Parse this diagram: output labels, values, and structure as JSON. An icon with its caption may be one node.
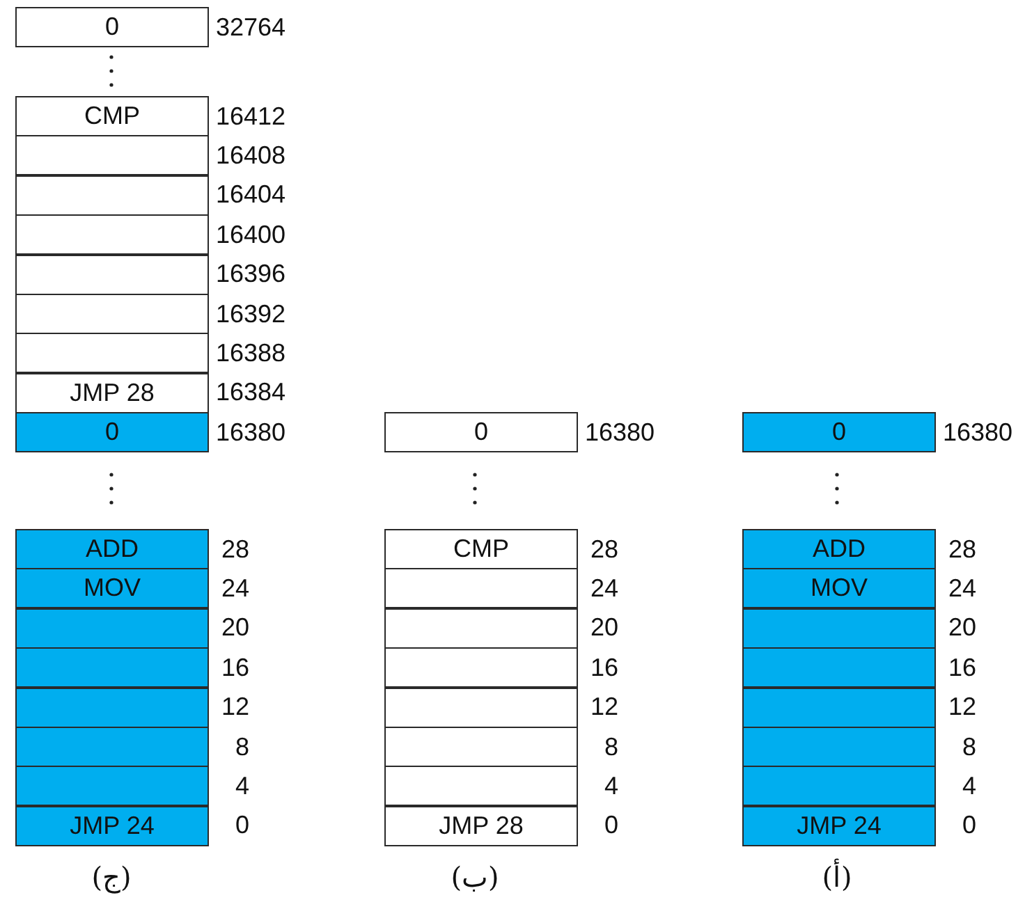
{
  "diagram": {
    "nodes": [
      {
        "text": [
          "0"
        ],
        "beside": [
          "32764"
        ]
      },
      {
        "text": [
          "CMP"
        ],
        "beside": [
          "16412"
        ]
      },
      {
        "text": [],
        "shape": "box",
        "beside": [
          "16408"
        ]
      },
      {
        "text": [],
        "shape": "box",
        "beside": [
          "16404"
        ]
      },
      {
        "text": [],
        "shape": "box",
        "beside": [
          "16400"
        ]
      },
      {
        "text": [],
        "shape": "box",
        "beside": [
          "16396"
        ]
      },
      {
        "text": [],
        "shape": "box",
        "beside": [
          "16392"
        ]
      },
      {
        "text": [],
        "shape": "box",
        "beside": [
          "16388"
        ]
      },
      {
        "text": [
          "JMP 28"
        ],
        "beside": [
          "16384"
        ]
      },
      {
        "text": [
          "0"
        ],
        "beside": [
          "16380"
        ]
      },
      {
        "text": [
          "ADD"
        ],
        "beside": [
          "28"
        ]
      },
      {
        "text": [
          "MOV"
        ],
        "beside": [
          "24"
        ]
      },
      {
        "text": [],
        "shape": "box",
        "beside": [
          "20"
        ]
      },
      {
        "text": [],
        "shape": "box",
        "beside": [
          "16"
        ]
      },
      {
        "text": [],
        "shape": "box",
        "beside": [
          "12"
        ]
      },
      {
        "text": [],
        "shape": "box",
        "beside": [
          "8"
        ]
      },
      {
        "text": [],
        "shape": "box",
        "beside": [
          "4"
        ]
      },
      {
        "text": [
          "JMP 24"
        ],
        "beside": [
          "0"
        ]
      },
      {
        "text": [
          "0"
        ],
        "beside": [
          "16380"
        ]
      },
      {
        "text": [
          "CMP"
        ],
        "beside": [
          "28"
        ]
      },
      {
        "text": [],
        "shape": "box",
        "beside": [
          "24"
        ]
      },
      {
        "text": [],
        "shape": "box",
        "beside": [
          "20"
        ]
      },
      {
        "text": [],
        "shape": "box",
        "beside": [
          "16"
        ]
      },
      {
        "text": [],
        "shape": "box",
        "beside": [
          "12"
        ]
      },
      {
        "text": [],
        "shape": "box",
        "beside": [
          "8"
        ]
      },
      {
        "text": [],
        "shape": "box",
        "beside": [
          "4"
        ]
      },
      {
        "text": [
          "JMP 28"
        ],
        "beside": [
          "0"
        ]
      },
      {
        "text": [
          "0"
        ],
        "beside": [
          "16380"
        ]
      },
      {
        "text": [
          "ADD"
        ],
        "beside": [
          "28"
        ]
      },
      {
        "text": [
          "MOV"
        ],
        "beside": [
          "24"
        ]
      },
      {
        "text": [],
        "shape": "box",
        "beside": [
          "20"
        ]
      },
      {
        "text": [],
        "shape": "box",
        "beside": [
          "16"
        ]
      },
      {
        "text": [],
        "shape": "box",
        "beside": [
          "12"
        ]
      },
      {
        "text": [],
        "shape": "box",
        "beside": [
          "8"
        ]
      },
      {
        "text": [],
        "shape": "box",
        "beside": [
          "4"
        ]
      },
      {
        "text": [
          "JMP 24"
        ],
        "beside": [
          "0"
        ]
      }
    ],
    "labels": [
      "(ج)",
      "(ب)",
      "(أ)"
    ]
  }
}
